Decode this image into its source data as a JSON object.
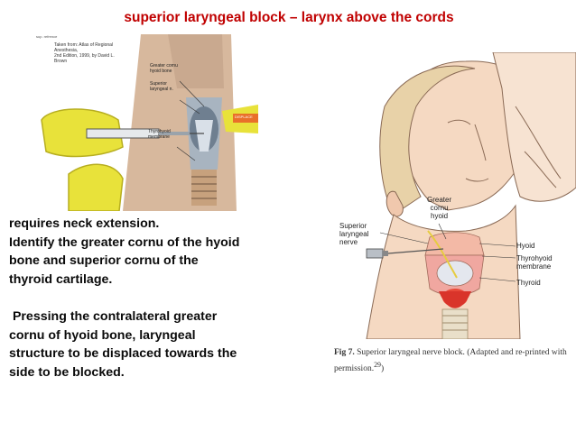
{
  "slide": {
    "title": "superior laryngeal block – larynx above the cords"
  },
  "body": {
    "paragraph1": [
      "requires neck extension.",
      "Identify the greater cornu of the hyoid",
      "bone and superior cornu of the",
      "thyroid cartilage."
    ],
    "paragraph2": [
      " Pressing the contralateral greater",
      "cornu of hyoid bone, laryngeal",
      "structure to be displaced towards the",
      "side to be blocked."
    ]
  },
  "figure_left": {
    "tag": "sup. refrence",
    "caption": [
      "Taken from: Atlas of Regional Anesthesia,",
      "2nd Edition, 1999, by David L. Brown"
    ],
    "labels": {
      "greater_cornu": [
        "Greater cornu",
        "hyoid bone"
      ],
      "superior": [
        "Superior",
        "laryngeal n."
      ],
      "thyrohyoid": [
        "Thyrohyoid",
        "membrane"
      ],
      "displace": "DISPLACE"
    }
  },
  "figure_right": {
    "labels": {
      "greater_cornu": [
        "Greater",
        "cornu",
        "hyoid"
      ],
      "superior": [
        "Superior",
        "laryngeal",
        "nerve"
      ],
      "hyoid": "Hyoid",
      "thyrohyoid": [
        "Thyrohyoid",
        "membrane"
      ],
      "thyroid": "Thyroid"
    },
    "caption_fig": "Fig 7.",
    "caption_text": " Superior laryngeal nerve block. (Adapted and re-printed with permission.",
    "caption_ref": "29",
    "caption_end": ")"
  },
  "colors": {
    "title": "#c00000",
    "body_text": "#0a0a0a",
    "glove": "#e8e23a",
    "skin": "#f2c9a6"
  }
}
